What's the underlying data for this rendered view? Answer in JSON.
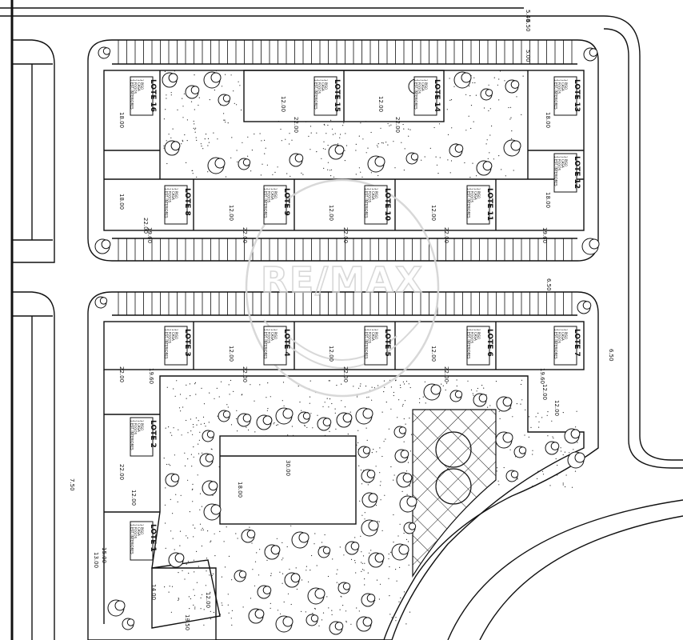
{
  "watermark": "RE/MAX",
  "lots": [
    {
      "id": "lote-16",
      "label": "LOTE 16",
      "details": [
        "1 PISO",
        "1 CASA",
        "1 FOGOS",
        "1 EST. INTERIORES"
      ]
    },
    {
      "id": "lote-15",
      "label": "LOTE 15",
      "details": [
        "1 PISO",
        "1 CASA",
        "1 FOGOS",
        "1 EST. INTERIORES"
      ]
    },
    {
      "id": "lote-14",
      "label": "LOTE 14",
      "details": [
        "1 PISO",
        "1 CASA",
        "1 FOGOS",
        "1 EST. INTERIORES"
      ]
    },
    {
      "id": "lote-13",
      "label": "LOTE 13",
      "details": [
        "1 PISO",
        "1 CASA",
        "1 FOGOS",
        "1 EST. INTERIORES"
      ]
    },
    {
      "id": "lote-12",
      "label": "LOTE 12",
      "details": [
        "1 PISO",
        "1 CASA",
        "1 FOGOS",
        "1 EST. INTERIORES"
      ]
    },
    {
      "id": "lote-11",
      "label": "LOTE 11",
      "details": [
        "1 PISO",
        "1 CASA",
        "1 FOGOS",
        "1 EST. INTERIORES"
      ]
    },
    {
      "id": "lote-10",
      "label": "LOTE 10",
      "details": [
        "1 PISO",
        "1 CASA",
        "1 FOGOS",
        "1 EST. INTERIORES"
      ]
    },
    {
      "id": "lote-9",
      "label": "LOTE 9",
      "details": [
        "1 PISO",
        "1 CASA",
        "1 FOGOS",
        "1 EST. INTERIORES"
      ]
    },
    {
      "id": "lote-8",
      "label": "LOTE 8",
      "details": [
        "1 PISO",
        "1 CASA",
        "1 FOGOS",
        "1 EST. INTERIORES"
      ]
    },
    {
      "id": "lote-7",
      "label": "LOTE 7",
      "details": [
        "1 PISO",
        "1 CASA",
        "1 FOGOS",
        "1 EST. INTERIORES"
      ]
    },
    {
      "id": "lote-6",
      "label": "LOTE 6",
      "details": [
        "1 PISO",
        "1 CASA",
        "1 FOGOS",
        "1 EST. INTERIORES"
      ]
    },
    {
      "id": "lote-5",
      "label": "LOTE 5",
      "details": [
        "1 PISO",
        "1 CASA",
        "1 FOGOS",
        "1 EST. INTERIORES"
      ]
    },
    {
      "id": "lote-4",
      "label": "LOTE 4",
      "details": [
        "1 PISO",
        "1 CASA",
        "1 FOGOS",
        "1 EST. INTERIORES"
      ]
    },
    {
      "id": "lote-3",
      "label": "LOTE 3",
      "details": [
        "1 PISO",
        "1 CASA",
        "1 FOGOS",
        "1 EST. INTERIORES"
      ]
    },
    {
      "id": "lote-2",
      "label": "LOTE 2",
      "details": [
        "1 PISO",
        "1 CASA",
        "1 FOGOS",
        "1 EST. INTERIORES"
      ]
    },
    {
      "id": "lote-1",
      "label": "LOTE 1",
      "details": [
        "1 PISO",
        "1 CASA",
        "1 FOGOS",
        "1 EST. INTERIORES"
      ]
    }
  ],
  "dimensions": {
    "road_top": "6.50",
    "side_top": "5.40",
    "parking_top": "5.00",
    "road_mid": "6.50",
    "road_right": "6.50",
    "road_left": "7.50",
    "road_left_bottom": "15.00",
    "lot16_depth": "18.00",
    "lot15_width": "12.00",
    "lot15_depth": "22.00",
    "lot14_width": "12.00",
    "lot14_depth": "22.00",
    "lot13_depth": "18.00",
    "lot8_depth": "18.00",
    "lot9_width": "12.00",
    "lot10_width": "12.00",
    "lot11_width": "12.00",
    "lot12_depth": "18.00",
    "block_top_depth": "19.60",
    "block_top_depth_r": "19.60",
    "lot8_depth_b": "22.00",
    "lot9_depth_b": "22.00",
    "lot10_depth_b": "22.00",
    "lot11_depth_b": "22.00",
    "lot3_width": "22.00",
    "lot3_depth": "19.60",
    "lot4_width": "12.00",
    "lot4_depth": "22.00",
    "lot5_width": "12.00",
    "lot5_depth": "22.00",
    "lot6_width": "12.00",
    "lot6_depth": "22.00",
    "lot7_depth": "19.60",
    "lot7_side": "12.00",
    "lot7_edge": "12.00",
    "lot2_width": "22.00",
    "lot2_depth": "12.00",
    "lot1_width": "14.00",
    "lot1_left": "13.00",
    "lot1_bottom": "12.00",
    "lot1_bottom2": "13.50",
    "court_width": "30.00",
    "court_depth": "18.00"
  }
}
